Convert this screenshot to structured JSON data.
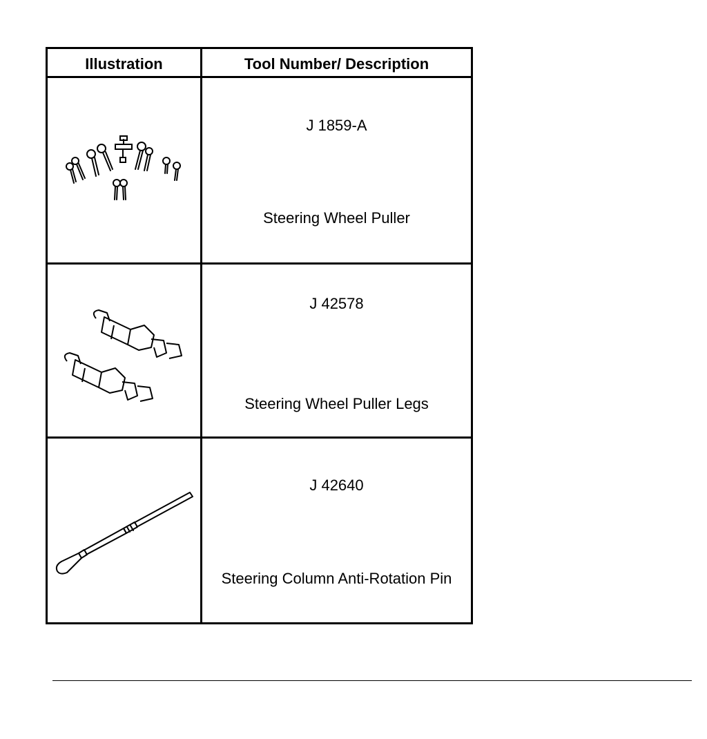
{
  "table": {
    "headers": {
      "illustration": "Illustration",
      "tool": "Tool Number/ Description"
    },
    "rows": [
      {
        "tool_number": "J 1859-A",
        "description": "Steering Wheel Puller",
        "illustration_icon": "steering-wheel-puller-illustration"
      },
      {
        "tool_number": "J 42578",
        "description": "Steering Wheel Puller Legs",
        "illustration_icon": "steering-wheel-puller-legs-illustration"
      },
      {
        "tool_number": "J 42640",
        "description": "Steering Column Anti-Rotation Pin",
        "illustration_icon": "anti-rotation-pin-illustration"
      }
    ]
  }
}
